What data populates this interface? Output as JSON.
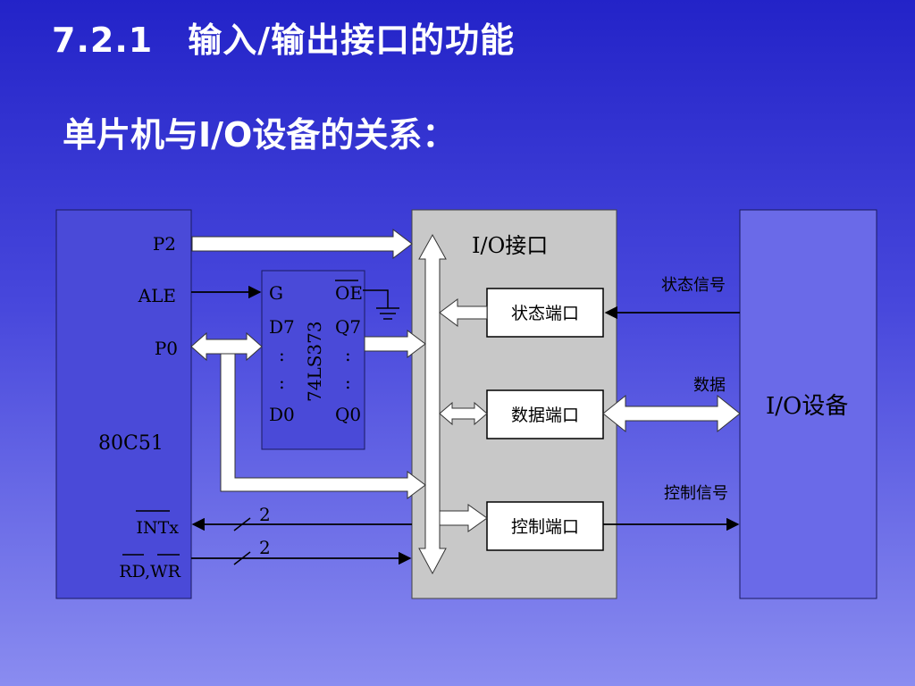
{
  "header": {
    "title": "7.2.1　输入/输出接口的功能",
    "subtitle": "单片机与I/O设备的关系："
  },
  "diagram": {
    "mcu": {
      "name": "80C51",
      "pins": {
        "p2": "P2",
        "ale": "ALE",
        "p0": "P0",
        "intx": "INTx",
        "rdwr": "RD,WR"
      }
    },
    "latch": {
      "name": "74LS373",
      "g": "G",
      "oe": "OE",
      "d7": "D7",
      "q7": "Q7",
      "d0": "D0",
      "q0": "Q0",
      "dots": ":"
    },
    "interface": {
      "title": "I/O接口",
      "status_port": "状态端口",
      "data_port": "数据端口",
      "control_port": "控制端口"
    },
    "device": {
      "name": "I/O设备"
    },
    "signals": {
      "status": "状态信号",
      "data": "数据",
      "control": "控制信号",
      "bus_width": "2"
    },
    "colors": {
      "interface_fill": "#c8c8c8",
      "box_stroke": "#222222",
      "arrow_fill": "#ffffff"
    }
  }
}
